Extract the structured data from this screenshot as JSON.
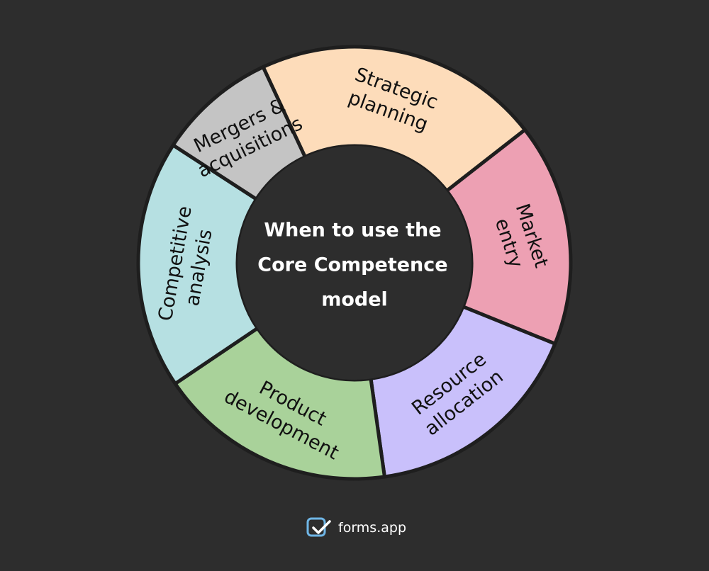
{
  "center": {
    "lines": [
      "When to use the",
      "Core Competence",
      "model"
    ]
  },
  "segments": [
    {
      "name": "strategic-planning",
      "lines": [
        "Strategic",
        "planning"
      ],
      "color": "#fddcba"
    },
    {
      "name": "market-entry",
      "lines": [
        "Market",
        "entry"
      ],
      "color": "#eda0b3"
    },
    {
      "name": "resource-allocation",
      "lines": [
        "Resource",
        "allocation"
      ],
      "color": "#c9c0fb"
    },
    {
      "name": "product-development",
      "lines": [
        "Product",
        "development"
      ],
      "color": "#a9d29a"
    },
    {
      "name": "competitive-analysis",
      "lines": [
        "Competitive",
        "analysis"
      ],
      "color": "#b6e0e2"
    },
    {
      "name": "mergers-acquisitions",
      "lines": [
        "Mergers &",
        "acquisitions"
      ],
      "color": "#c4c4c4"
    }
  ],
  "colors": {
    "background": "#2d2d2d",
    "separator": "#1e1e1e",
    "center_text": "#ffffff"
  },
  "brand": {
    "name": "forms.app",
    "icon": "forms-app-logo-icon"
  }
}
